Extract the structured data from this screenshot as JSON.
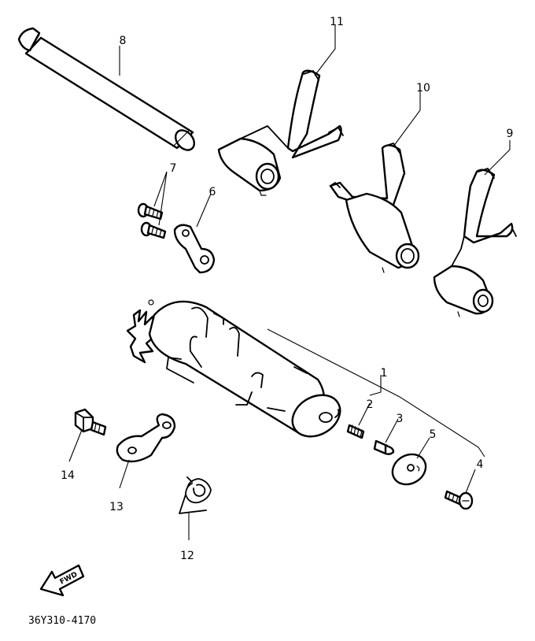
{
  "callouts": {
    "p1": "1",
    "p2": "2",
    "p3": "3",
    "p4": "4",
    "p5": "5",
    "p6": "6",
    "p7": "7",
    "p8": "8",
    "p9": "9",
    "p10": "10",
    "p11": "11",
    "p12": "12",
    "p13": "13",
    "p14": "14"
  },
  "direction_label": "FWD",
  "reference_code": "36Y310-4170",
  "colors": {
    "ink": "#000000",
    "paper": "#ffffff"
  }
}
